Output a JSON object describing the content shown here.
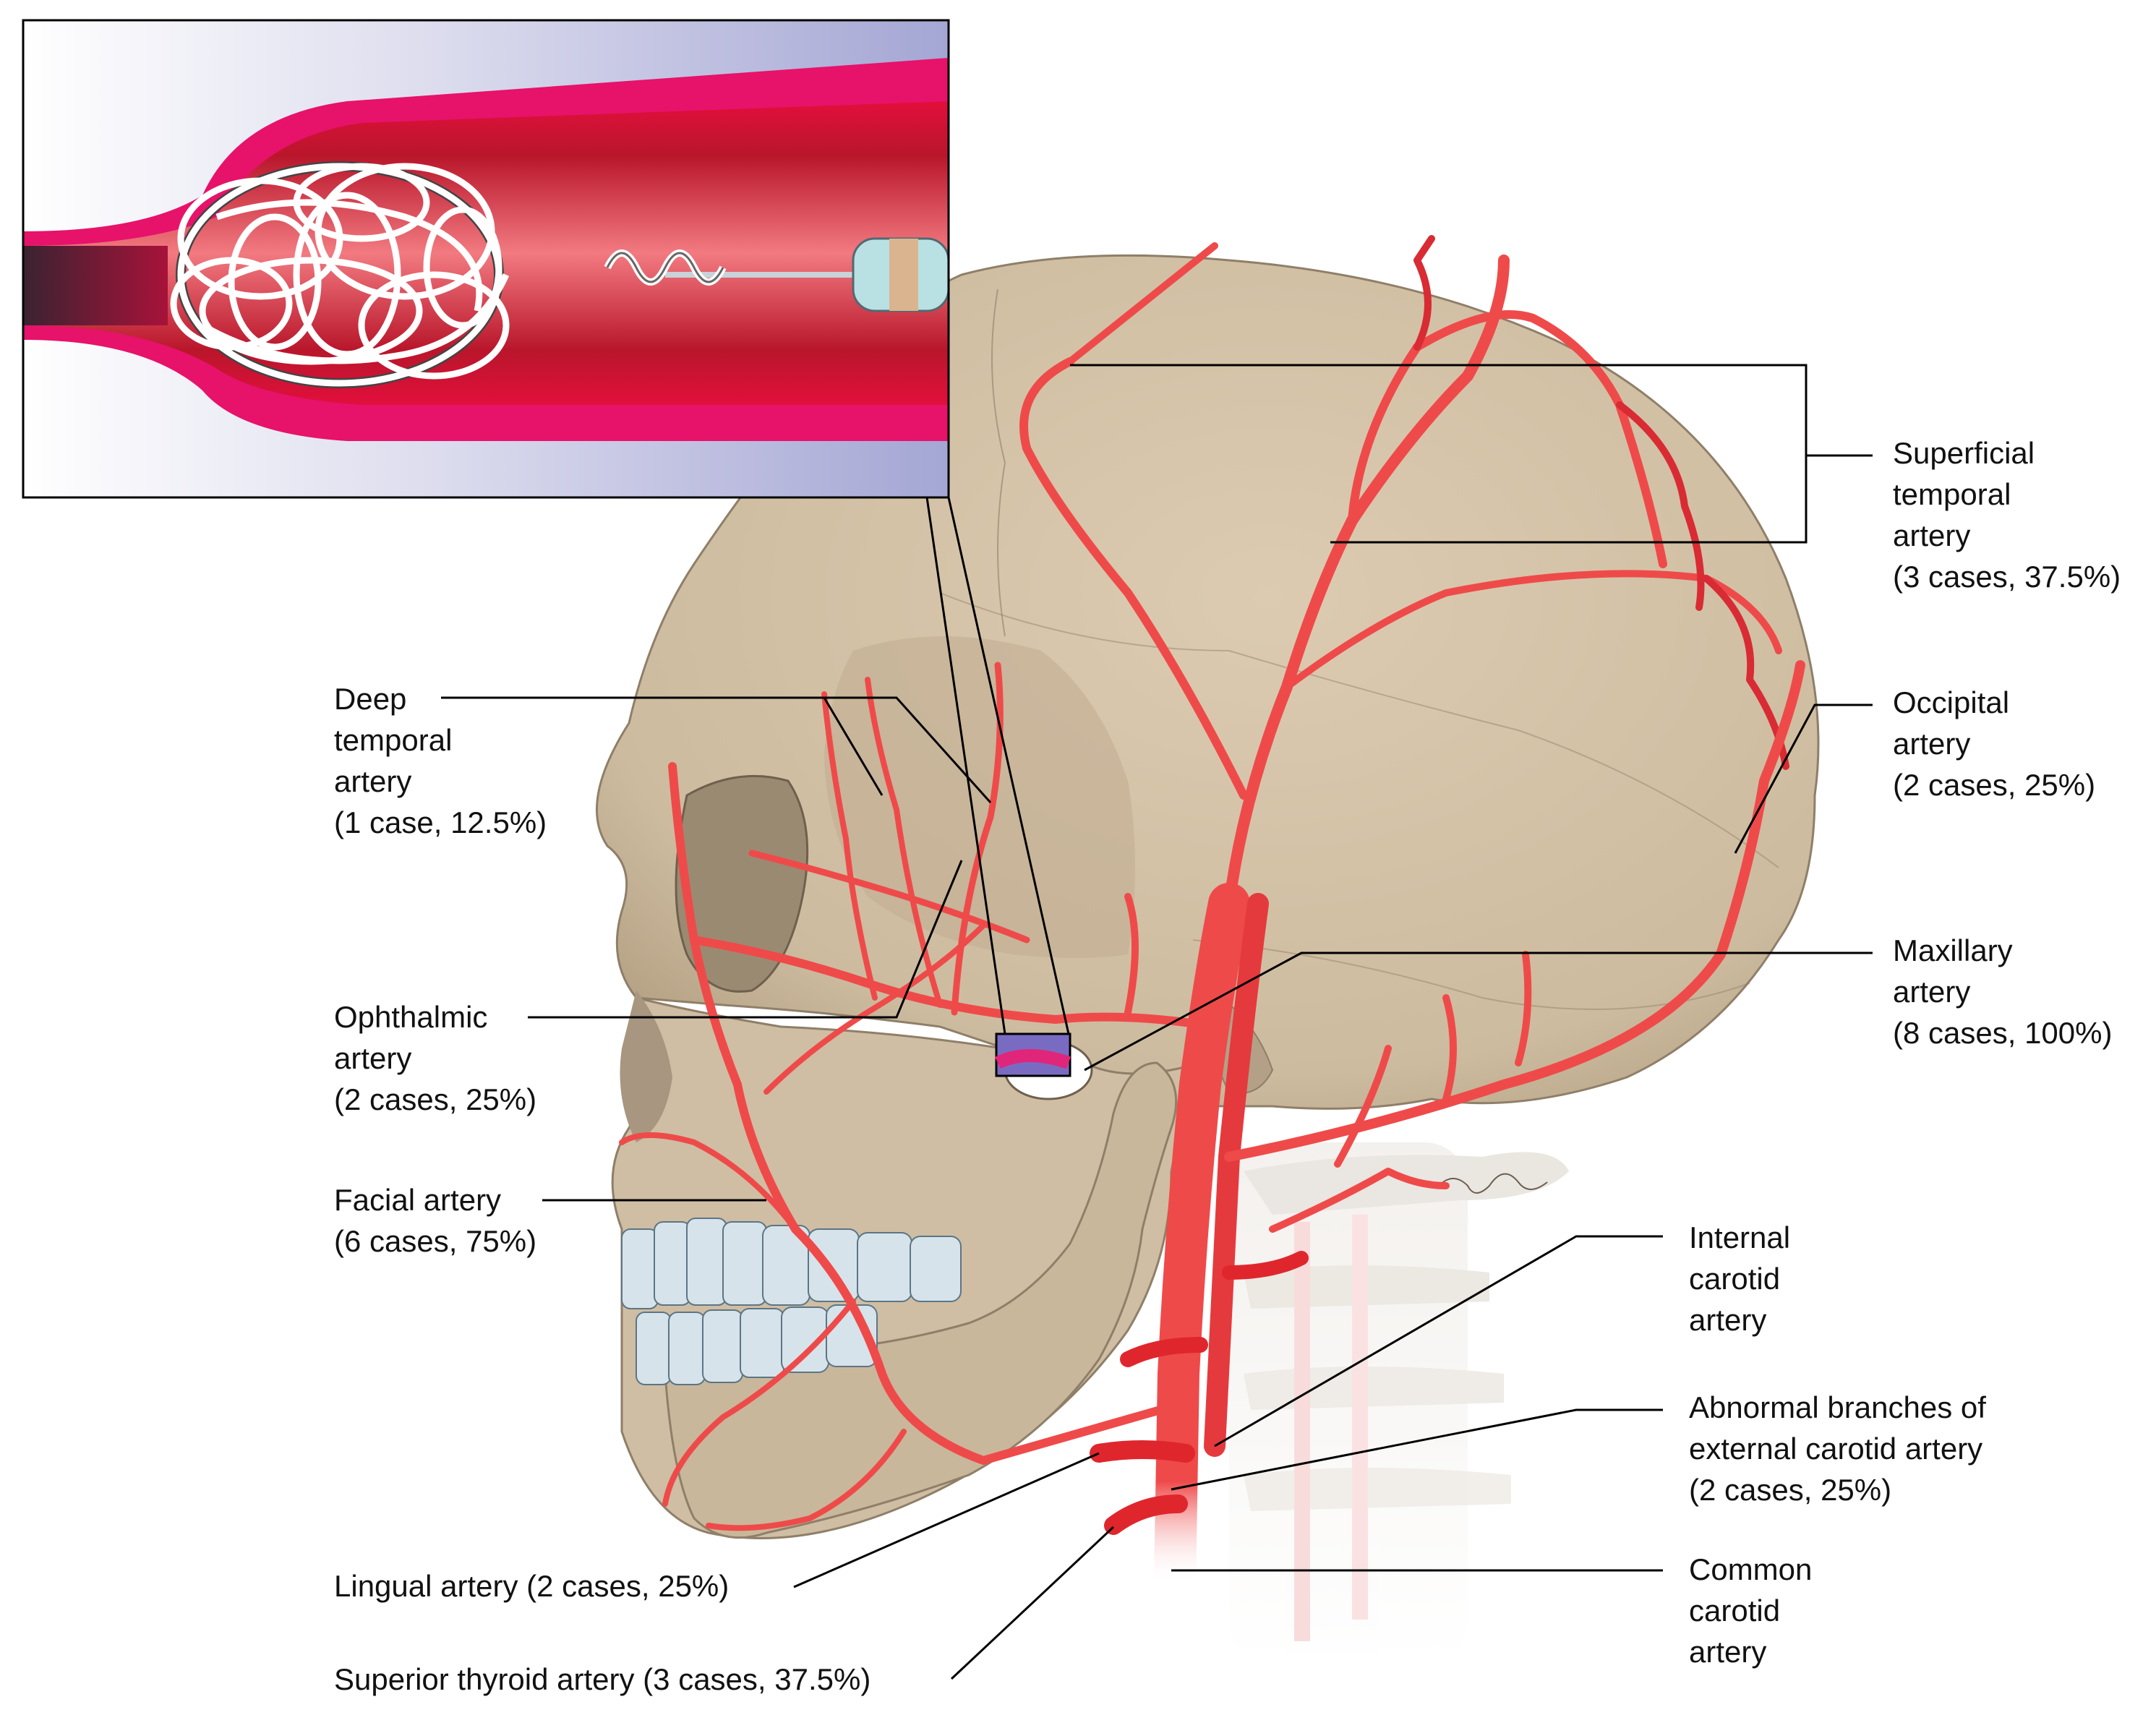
{
  "labels": {
    "superficial_temporal": [
      "Superficial",
      "temporal",
      "artery",
      "(3 cases, 37.5%)"
    ],
    "occipital": [
      "Occipital",
      "artery",
      "(2 cases, 25%)"
    ],
    "maxillary": [
      "Maxillary",
      "artery",
      "(8 cases, 100%)"
    ],
    "internal_carotid": [
      "Internal",
      "carotid",
      "artery"
    ],
    "abnormal_branches": [
      "Abnormal branches of",
      "external carotid artery",
      "(2 cases, 25%)"
    ],
    "common_carotid": [
      "Common",
      "carotid",
      "artery"
    ],
    "deep_temporal": [
      "Deep",
      "temporal",
      "artery",
      "(1 case, 12.5%)"
    ],
    "ophthalmic": [
      "Ophthalmic",
      "artery",
      "(2 cases, 25%)"
    ],
    "facial": [
      "Facial artery",
      "(6 cases, 75%)"
    ],
    "lingual": [
      "Lingual artery (2 cases, 25%)"
    ],
    "superior_thyroid": [
      "Superior thyroid artery (3 cases, 37.5%)"
    ]
  },
  "colors": {
    "skull": "#d8c7ad",
    "skull_shade": "#b7a58a",
    "artery": "#ef4a4a",
    "artery_dark": "#c61f2a",
    "vessel_outer": "#e8175a",
    "vessel_inner": "#f26d74",
    "inset_bg": "#a9aad6",
    "coil": "#ffffff",
    "leader": "#000000"
  }
}
